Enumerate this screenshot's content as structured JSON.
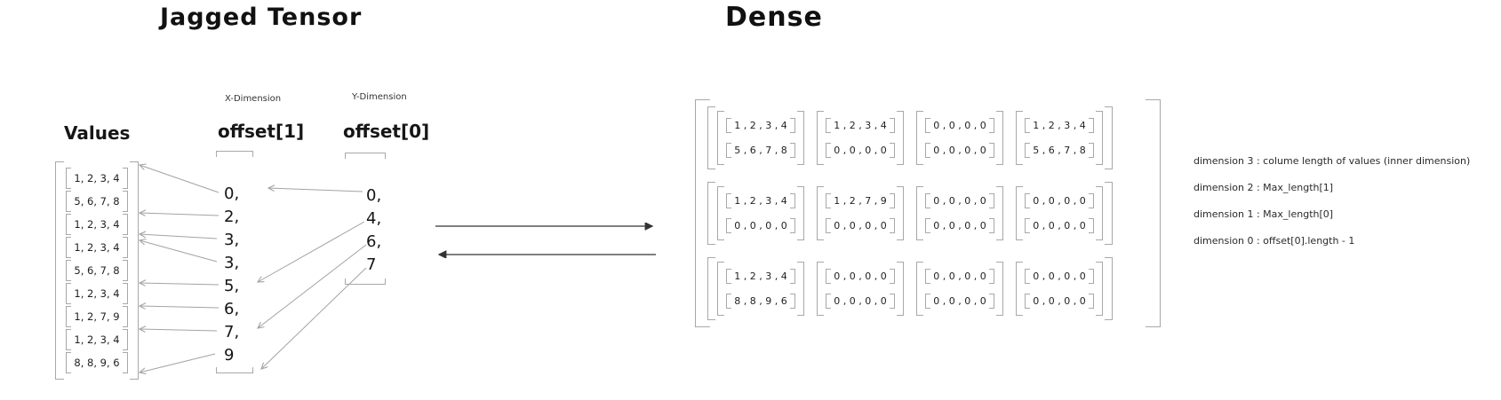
{
  "jagged": {
    "title": "Jagged Tensor",
    "values_label": "Values",
    "x_dimension_label": "X-Dimension",
    "y_dimension_label": "Y-Dimension",
    "offset1_label": "offset[1]",
    "offset0_label": "offset[0]",
    "values_rows": [
      "1, 2, 3, 4",
      "5, 6, 7, 8",
      "1, 2, 3, 4",
      "1, 2, 3, 4",
      "5, 6, 7, 8",
      "1, 2, 3, 4",
      "1, 2, 7, 9",
      "1, 2, 3, 4",
      "8, 8, 9, 6"
    ],
    "offset1_values": [
      "0,",
      "2,",
      "3,",
      "3,",
      "5,",
      "6,",
      "7,",
      "9"
    ],
    "offset0_values": [
      "0,",
      "4,",
      "6,",
      "7"
    ]
  },
  "dense": {
    "title": "Dense",
    "grid": [
      [
        [
          "1 , 2 , 3 , 4",
          "5 , 6 , 7 , 8"
        ],
        [
          "1 , 2 , 3 , 4",
          "0 , 0 , 0 , 0"
        ],
        [
          "0 , 0 , 0 , 0",
          "0 , 0 , 0 , 0"
        ],
        [
          "1 , 2 , 3 , 4",
          "5 , 6 , 7 , 8"
        ]
      ],
      [
        [
          "1 , 2 , 3 , 4",
          "0 , 0 , 0 , 0"
        ],
        [
          "1 , 2 , 7 , 9",
          "0 , 0 , 0 , 0"
        ],
        [
          "0 , 0 , 0 , 0",
          "0 , 0 , 0 , 0"
        ],
        [
          "0 , 0 , 0 , 0",
          "0 , 0 , 0 , 0"
        ]
      ],
      [
        [
          "1 , 2 , 3 , 4",
          "8 , 8 , 9 , 6"
        ],
        [
          "0 , 0 , 0 , 0",
          "0 , 0 , 0 , 0"
        ],
        [
          "0 , 0 , 0 , 0",
          "0 , 0 , 0 , 0"
        ],
        [
          "0 , 0 , 0 , 0",
          "0 , 0 , 0 , 0"
        ]
      ]
    ],
    "annotations": [
      "dimension 3 : colume length of values (inner dimension)",
      "dimension 2 : Max_length[1]",
      "dimension 1  : Max_length[0]",
      "dimension 0 : offset[0].length - 1"
    ]
  },
  "colors": {
    "ink": "#1e1e1e",
    "bracket_stroke": "#a8a8a8",
    "arrow_gray": "#a3a3a3",
    "arrow_dark": "#333333"
  }
}
